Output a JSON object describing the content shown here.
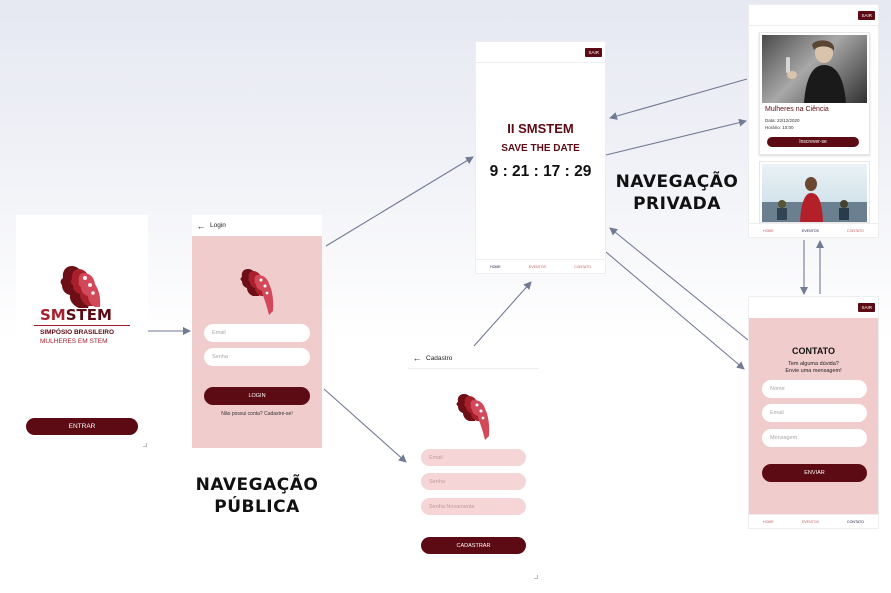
{
  "splash": {
    "logo_text_sm": "SM",
    "logo_text_stem": "STEM",
    "logo_line1": "SIMPÓSIO BRASILEIRO",
    "logo_line2": "MULHERES EM STEM",
    "enter_button": "ENTRAR"
  },
  "login": {
    "title": "Login",
    "email_placeholder": "Email",
    "password_placeholder": "Senha",
    "login_button": "LOGIN",
    "signup_link": "Não possui conta? Cadastre-se!"
  },
  "register": {
    "title": "Cadastro",
    "email_placeholder": "Email",
    "password_placeholder": "Senha",
    "password_repeat_placeholder": "Senha Novamente",
    "register_button": "CADASTRAR"
  },
  "home": {
    "logout": "SAIR",
    "headline": "II SMSTEM",
    "save_the_date": "SAVE THE DATE",
    "countdown": "9 : 21 : 17 : 29"
  },
  "events": {
    "logout": "SAIR",
    "card_title": "Mulheres na Ciência",
    "card_date": "Data: 22/12/2020",
    "card_time": "Horário: 10:00",
    "subscribe_button": "Inscrever-se"
  },
  "contact": {
    "logout": "SAIR",
    "title": "CONTATO",
    "subtitle_line1": "Tem alguma dúvida?",
    "subtitle_line2": "Envie uma mensagem!",
    "name_placeholder": "Nome",
    "email_placeholder": "Email",
    "message_placeholder": "Mensagem",
    "send_button": "ENVIAR"
  },
  "bottom_nav": {
    "home": "HOME",
    "events": "EVENTOS",
    "contact": "CONTATO"
  },
  "labels": {
    "public_line1": "NAVEGAÇÃO",
    "public_line2": "PÚBLICA",
    "private_line1": "NAVEGAÇÃO",
    "private_line2": "PRIVADA"
  },
  "colors": {
    "brand_dark": "#5c0b14",
    "brand_red": "#a8202c",
    "pink_background": "#f0cccc",
    "arrow": "#727a94"
  }
}
